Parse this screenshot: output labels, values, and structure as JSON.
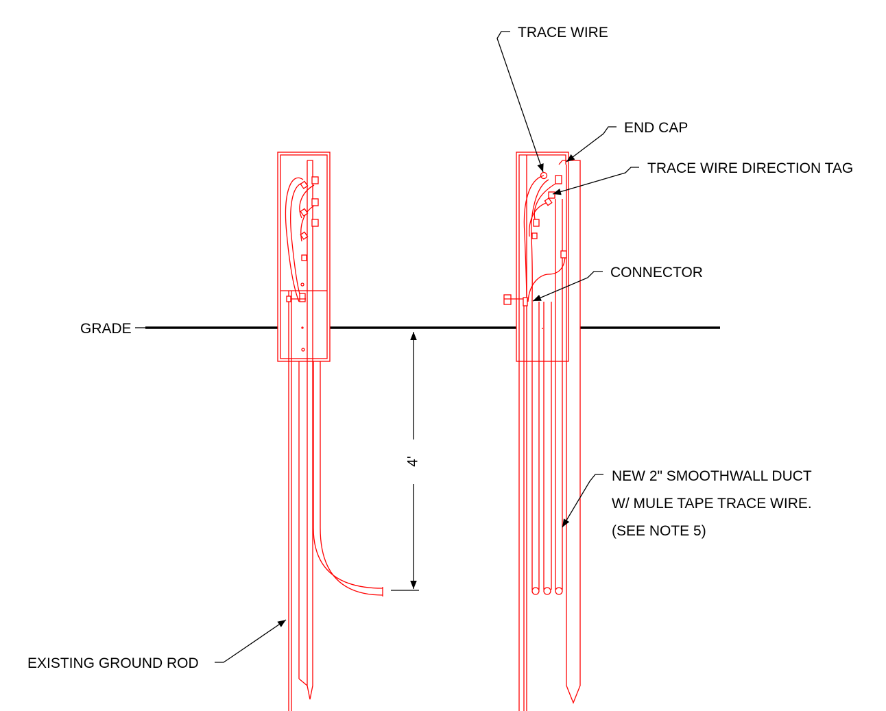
{
  "labels": {
    "trace_wire": "TRACE WIRE",
    "end_cap": "END CAP",
    "direction_tag": "TRACE WIRE DIRECTION TAG",
    "connector": "CONNECTOR",
    "grade": "GRADE",
    "dimension": "4'",
    "duct_line1": "NEW 2\"  SMOOTHWALL DUCT",
    "duct_line2": "W/ MULE TAPE TRACE WIRE.",
    "duct_line3": "(SEE NOTE 5)",
    "ground_rod": "EXISTING GROUND ROD"
  },
  "colors": {
    "equipment": "#ff0000",
    "annotation": "#000000",
    "background": "#ffffff"
  }
}
